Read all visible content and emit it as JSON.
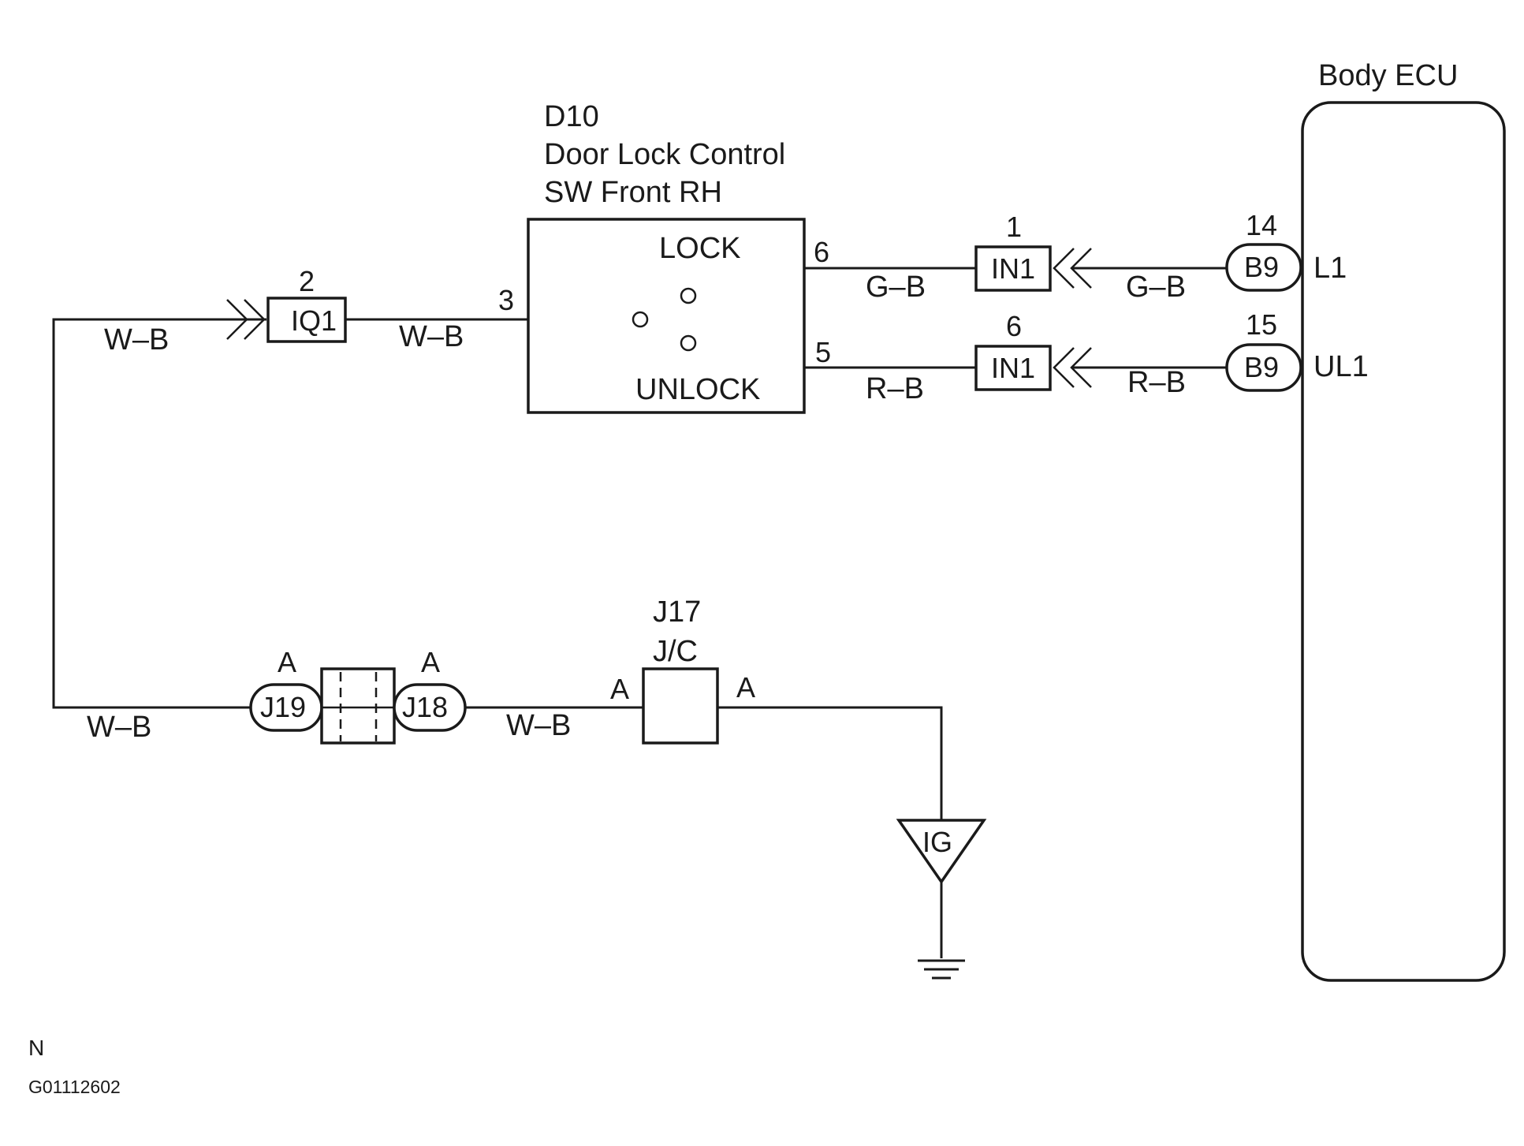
{
  "ecu": {
    "title": "Body ECU",
    "term_l1": "L1",
    "term_ul1": "UL1"
  },
  "switch": {
    "code": "D10",
    "name_line1": "Door Lock Control",
    "name_line2": "SW Front RH",
    "lock_label": "LOCK",
    "unlock_label": "UNLOCK",
    "pin_lock": "6",
    "pin_common": "3",
    "pin_unlock": "5"
  },
  "connectors": {
    "iq1": {
      "label": "IQ1",
      "pin": "2"
    },
    "in1_top": {
      "label": "IN1",
      "pin": "1"
    },
    "in1_bottom": {
      "label": "IN1",
      "pin": "6"
    },
    "b9_top": {
      "label": "B9",
      "pin": "14"
    },
    "b9_bottom": {
      "label": "B9",
      "pin": "15"
    },
    "j19": {
      "label": "J19",
      "pin": "A"
    },
    "j18": {
      "label": "J18",
      "pin": "A"
    },
    "j17": {
      "code": "J17",
      "name": "J/C",
      "pin_left": "A",
      "pin_right": "A"
    }
  },
  "ground": {
    "label": "IG"
  },
  "wires": {
    "wb_left_top": "W–B",
    "wb_mid_top": "W–B",
    "gb_switch": "G–B",
    "gb_ecu": "G–B",
    "rb_switch": "R–B",
    "rb_ecu": "R–B",
    "wb_left_bottom": "W–B",
    "wb_mid_bottom": "W–B"
  },
  "footer": {
    "mark": "N",
    "figure_id": "G01112602"
  }
}
